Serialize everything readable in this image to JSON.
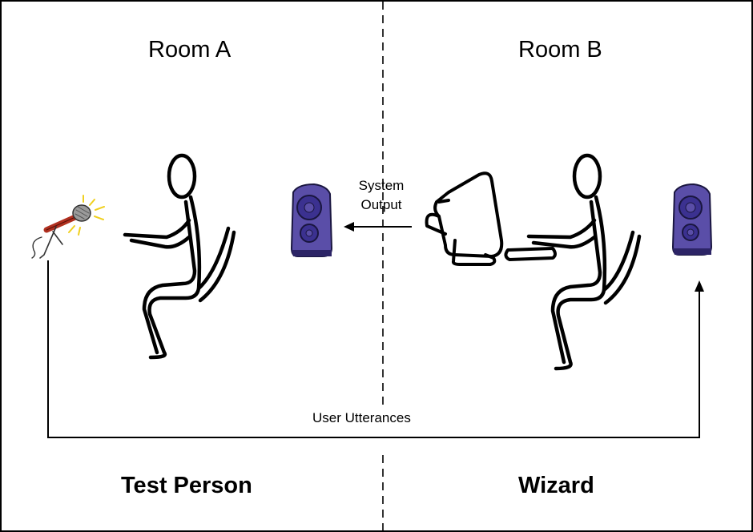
{
  "rooms": {
    "left_title": "Room A",
    "right_title": "Room B"
  },
  "roles": {
    "left": "Test Person",
    "right": "Wizard"
  },
  "arrows": {
    "system_output_line1": "System",
    "system_output_line2": "Output",
    "user_utterances": "User Utterances"
  },
  "colors": {
    "line": "#000000",
    "speaker_body": "#5a4ea8",
    "speaker_dark": "#2c2466",
    "speaker_cone": "#3b3190",
    "mic_handle": "#b03020",
    "mic_head": "#9a9a9a",
    "mic_sparks": "#f0d020"
  },
  "icons": [
    "microphone-icon",
    "speaker-icon",
    "computer-icon",
    "stick-figure-icon"
  ]
}
